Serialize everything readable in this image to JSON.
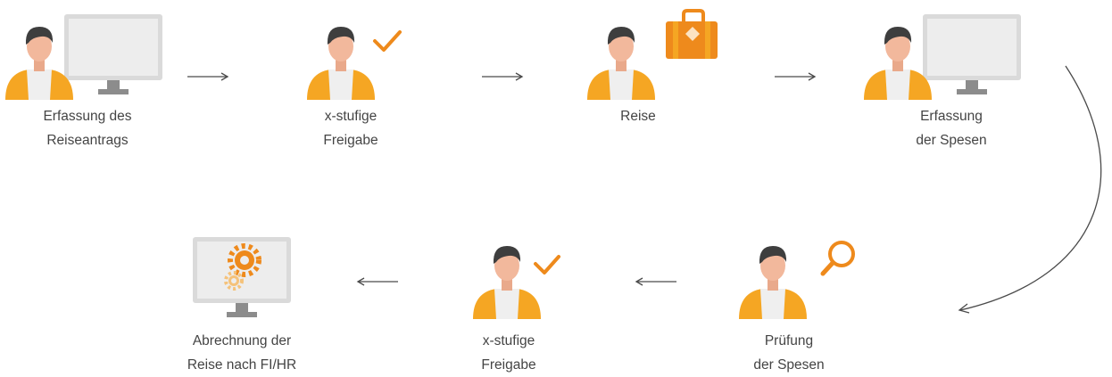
{
  "steps": [
    {
      "id": "erfassung-reiseantrag",
      "line1": "Erfassung des",
      "line2": "Reiseantrags"
    },
    {
      "id": "freigabe-1",
      "line1": "x-stufige",
      "line2": "Freigabe"
    },
    {
      "id": "reise",
      "line1": "Reise",
      "line2": ""
    },
    {
      "id": "erfassung-spesen",
      "line1": "Erfassung",
      "line2": "der Spesen"
    },
    {
      "id": "pruefung-spesen",
      "line1": "Prüfung",
      "line2": "der Spesen"
    },
    {
      "id": "freigabe-2",
      "line1": "x-stufige",
      "line2": "Freigabe"
    },
    {
      "id": "abrechnung",
      "line1": "Abrechnung der",
      "line2": "Reise nach FI/HR"
    }
  ],
  "colors": {
    "accent": "#F5A623",
    "accent_dark": "#EE8A1C",
    "skin": "#F2B89C",
    "hair": "#3E3E3E",
    "shirt": "#EFEFEF",
    "monitor": "#DADADA",
    "monitor_stand": "#8C8C8C",
    "arrow": "#4A4A4A",
    "text": "#444444"
  },
  "icons": [
    "person-icon",
    "monitor-icon",
    "checkmark-icon",
    "suitcase-icon",
    "magnifier-icon",
    "gears-icon",
    "arrow-icon"
  ]
}
